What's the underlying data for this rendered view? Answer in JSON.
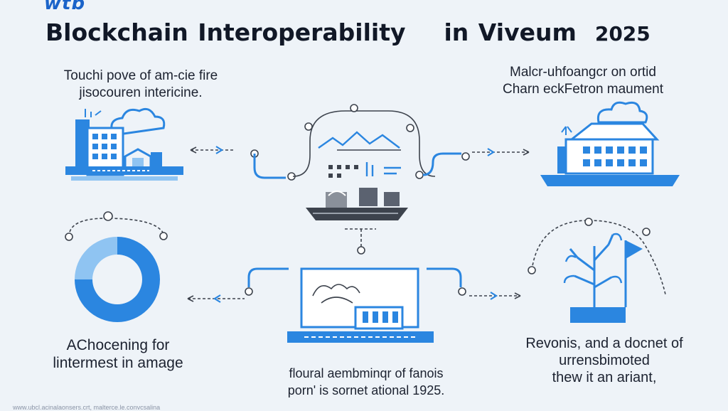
{
  "header": {
    "logo": "wtb",
    "title": "Blockchain Interoperability",
    "title_suffix": "in Viveum",
    "year": "2025"
  },
  "captions": {
    "top_left": "Touchi pove of am-cie fire\njisocouren intericine.",
    "top_right": "Malcr-uhfoangcr on ortid\nCharn eckFetron maument",
    "bottom_left": "AChocening for\nlintermest in amage",
    "bottom_middle": "floural aembminqr of fanois\nporn' is sornet ational 1925.",
    "bottom_right": "Revonis, and a docnet of\nurrensbimoted\nthew it an ariant,"
  },
  "footer": {
    "url": "www.ubcl.acinalaonsers.crt, malterce.le.convcsalina"
  },
  "colors": {
    "primary": "#2b86e0",
    "light": "#8fc4f2",
    "dark": "#3d434d",
    "background": "#eef3f8"
  },
  "icons": [
    "factory-icon",
    "house-icon",
    "ship-icon",
    "mountain-chart-icon",
    "donut-chart-icon",
    "monitor-icon",
    "tree-icon",
    "flag-icon"
  ]
}
